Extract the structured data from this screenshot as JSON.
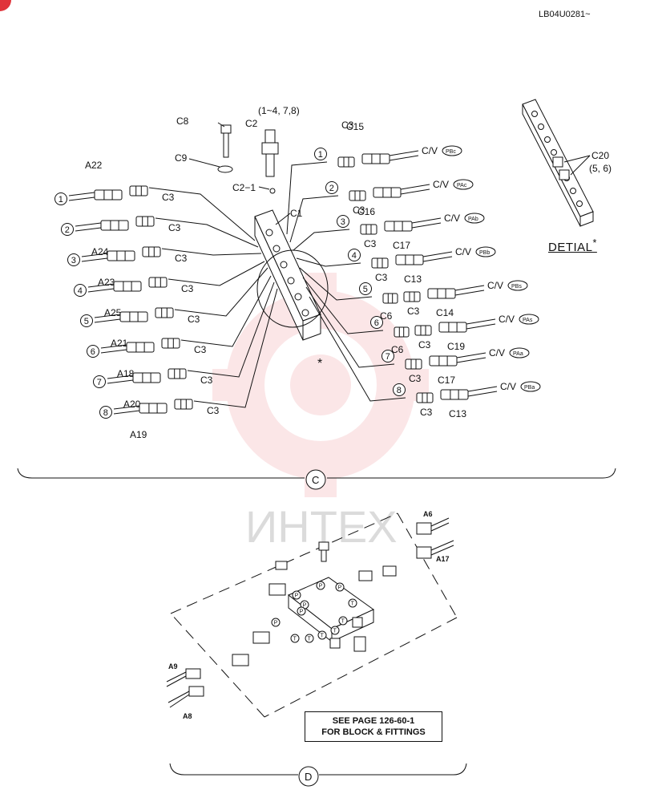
{
  "drawing_number": "LB04U0281~",
  "detail": {
    "title": "DETIAL",
    "marker": "*",
    "part_label": "C20",
    "part_note": "(5, 6)"
  },
  "top_parts": {
    "c2_note": "(1~4, 7,8)",
    "c2": "C2",
    "c8": "C8",
    "c9": "C9",
    "c2_1": "C2−1",
    "c1": "C1"
  },
  "star": "*",
  "left_hoses": [
    {
      "num": "1",
      "hose": "A22",
      "fitting": "C3"
    },
    {
      "num": "2",
      "hose": "A24",
      "fitting": "C3"
    },
    {
      "num": "3",
      "hose": "A23",
      "fitting": "C3"
    },
    {
      "num": "4",
      "hose": "A25",
      "fitting": "C3"
    },
    {
      "num": "5",
      "hose": "A21",
      "fitting": "C3"
    },
    {
      "num": "6",
      "hose": "A18",
      "fitting": "C3"
    },
    {
      "num": "7",
      "hose": "A20",
      "fitting": "C3"
    },
    {
      "num": "8",
      "hose": "A19",
      "fitting": "C3"
    }
  ],
  "right_hoses": [
    {
      "num": "1",
      "fitting": "C3",
      "extra": "",
      "line": "C15",
      "cv": "C/V",
      "port": "PBc"
    },
    {
      "num": "2",
      "fitting": "C3",
      "extra": "",
      "line": "C16",
      "cv": "C/V",
      "port": "PAc"
    },
    {
      "num": "3",
      "fitting": "C3",
      "extra": "",
      "line": "C17",
      "cv": "C/V",
      "port": "PAb"
    },
    {
      "num": "4",
      "fitting": "C3",
      "extra": "",
      "line": "C13",
      "cv": "C/V",
      "port": "PBb"
    },
    {
      "num": "5",
      "fitting": "C3",
      "extra": "C6",
      "line": "C14",
      "cv": "C/V",
      "port": "PBs"
    },
    {
      "num": "6",
      "fitting": "C3",
      "extra": "C6",
      "line": "C19",
      "cv": "C/V",
      "port": "PAs"
    },
    {
      "num": "7",
      "fitting": "C3",
      "extra": "",
      "line": "C17",
      "cv": "C/V",
      "port": "PAa"
    },
    {
      "num": "8",
      "fitting": "C3",
      "extra": "",
      "line": "C13",
      "cv": "C/V",
      "port": "PBa"
    }
  ],
  "section_c": "C",
  "section_d": "D",
  "watermark": "ИНТЕХ",
  "d_labels": {
    "a6": "A6",
    "a17": "A17",
    "a9": "A9",
    "a8": "A8",
    "p": "P",
    "t": "T"
  },
  "see_page": {
    "line1": "SEE PAGE 126-60-1",
    "line2": "FOR BLOCK & FITTINGS"
  }
}
